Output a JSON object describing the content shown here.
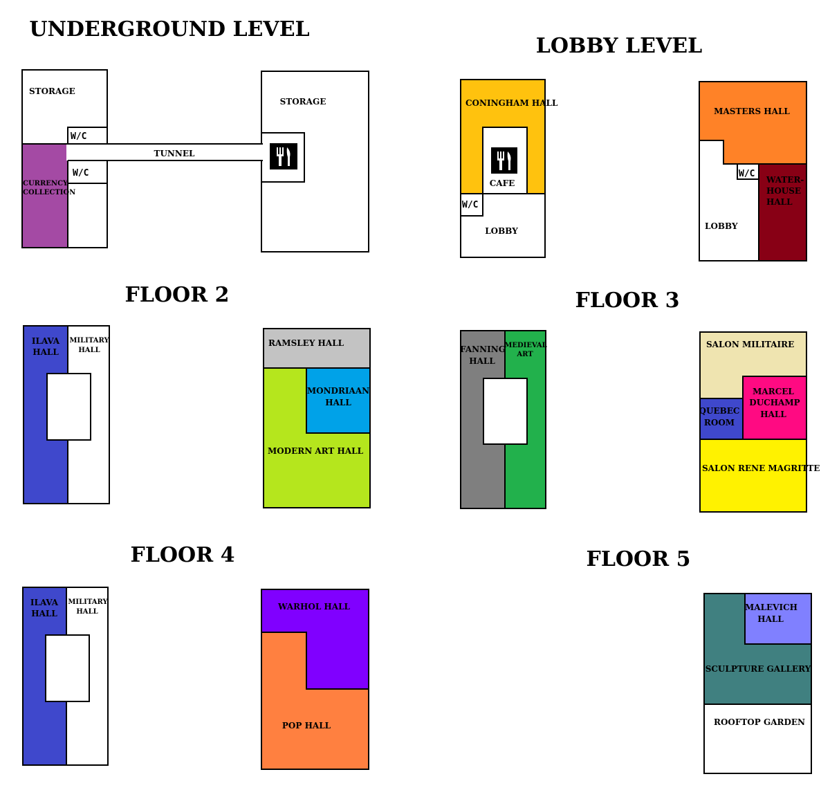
{
  "colors": {
    "currency_collection": "#a44aa4",
    "coningham_hall": "#ffc20e",
    "masters_hall": "#ff8227",
    "waterhouse_hall": "#880015",
    "ilava_hall": "#3f48cc",
    "ramsley_hall": "#c3c3c3",
    "mondriaan_hall": "#00a2e8",
    "modern_art_hall": "#b5e61d",
    "fanning_hall": "#7f7f7f",
    "medieval_art": "#22b14c",
    "salon_militaire": "#efe4b0",
    "quebec_room": "#3f48cc",
    "marcel_duchamp_hall": "#ff0a82",
    "salon_rene_magritte": "#fff200",
    "warhol_hall": "#8000ff",
    "pop_hall": "#ff8040",
    "malevich_hall": "#8080ff",
    "sculpture_gallery": "#408080"
  },
  "icons": [
    "restaurant-icon",
    "restaurant-icon"
  ],
  "underground": {
    "title": "UNDERGROUND LEVEL",
    "storage_left": "STORAGE",
    "wc_upper": "W/C",
    "wc_lower": "W/C",
    "currency_line1": "CURRENCY",
    "currency_line2": "COLLECTION",
    "tunnel": "TUNNEL",
    "storage_right": "STORAGE"
  },
  "lobby": {
    "title": "LOBBY LEVEL",
    "coningham_hall": "CONINGHAM HALL",
    "cafe": "CAFE",
    "wc_left": "W/C",
    "lobby_left": "LOBBY",
    "masters_hall": "MASTERS HALL",
    "wc_right": "W/C",
    "waterhouse_line1": "WATER-",
    "waterhouse_line2": "HOUSE",
    "waterhouse_line3": "HALL",
    "lobby_right": "LOBBY"
  },
  "floor2": {
    "title": "FLOOR 2",
    "ilava_line1": "ILAVA",
    "ilava_line2": "HALL",
    "military_line1": "MILITARY",
    "military_line2": "HALL",
    "ramsley_hall": "RAMSLEY HALL",
    "mondriaan_line1": "MONDRIAAN",
    "mondriaan_line2": "HALL",
    "modern_art_hall": "MODERN ART HALL"
  },
  "floor3": {
    "title": "FLOOR 3",
    "fanning_line1": "FANNING",
    "fanning_line2": "HALL",
    "medieval_line1": "MEDIEVAL",
    "medieval_line2": "ART",
    "salon_militaire": "SALON MILITAIRE",
    "quebec_line1": "QUEBEC",
    "quebec_line2": "ROOM",
    "duchamp_line1": "MARCEL",
    "duchamp_line2": "DUCHAMP",
    "duchamp_line3": "HALL",
    "salon_rene_magritte": "SALON RENE MAGRITTE"
  },
  "floor4": {
    "title": "FLOOR 4",
    "ilava_line1": "ILAVA",
    "ilava_line2": "HALL",
    "military_line1": "MILITARY",
    "military_line2": "HALL",
    "warhol_hall": "WARHOL HALL",
    "pop_hall": "POP HALL"
  },
  "floor5": {
    "title": "FLOOR 5",
    "malevich_line1": "MALEVICH",
    "malevich_line2": "HALL",
    "sculpture_gallery": "SCULPTURE GALLERY",
    "rooftop_garden": "ROOFTOP GARDEN"
  }
}
